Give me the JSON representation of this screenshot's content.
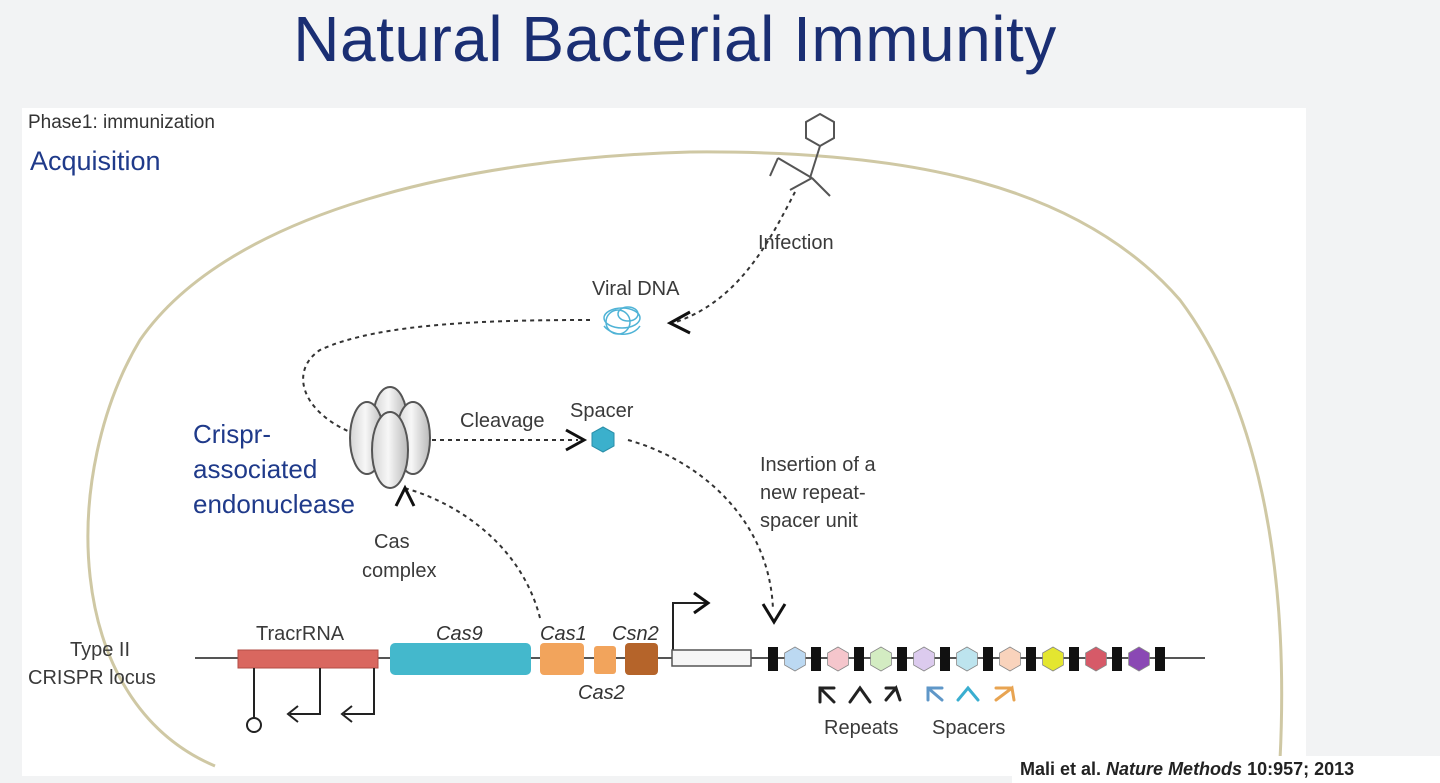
{
  "title": "Natural Bacterial Immunity",
  "phase_label": "Phase1: immunization",
  "stage_label": "Acquisition",
  "labels": {
    "infection": "Infection",
    "viral_dna": "Viral DNA",
    "cleavage": "Cleavage",
    "spacer": "Spacer",
    "crispr_line1": "Crispr-",
    "crispr_line2": "associated",
    "crispr_line3": "endonuclease",
    "cas_complex_line1": "Cas",
    "cas_complex_line2": "complex",
    "insertion_line1": "Insertion of a",
    "insertion_line2": "new repeat-",
    "insertion_line3": "spacer unit",
    "locus_line1": "Type II",
    "locus_line2": "CRISPR locus",
    "tracrrna": "TracrRNA",
    "cas9": "Cas9",
    "cas1": "Cas1",
    "csn2": "Csn2",
    "cas2": "Cas2",
    "repeats": "Repeats",
    "spacers": "Spacers"
  },
  "colors": {
    "title": "#1a2e73",
    "tracrrna": "#d9675f",
    "cas9": "#44b8cc",
    "cas1": "#f2a45c",
    "cas2": "#f2a45c",
    "csn2": "#b5642a",
    "spacer_hex": "#3bb0cc",
    "cell_outline": "#cfc8a4"
  },
  "spacer_colors": [
    "#bcd9f2",
    "#f5c6cc",
    "#d3ecc2",
    "#dccbee",
    "#bde4ee",
    "#f9d3bc",
    "#e4e630",
    "#d65a68",
    "#8a48b4"
  ],
  "repeat_arrow_colors": [
    "#222222",
    "#222222",
    "#222222",
    "#5f97c8",
    "#3aaed0",
    "#e8a452"
  ],
  "citation": {
    "authors": "Mali et al.",
    "journal": "Nature Methods",
    "ref": "10:957; 2013"
  }
}
